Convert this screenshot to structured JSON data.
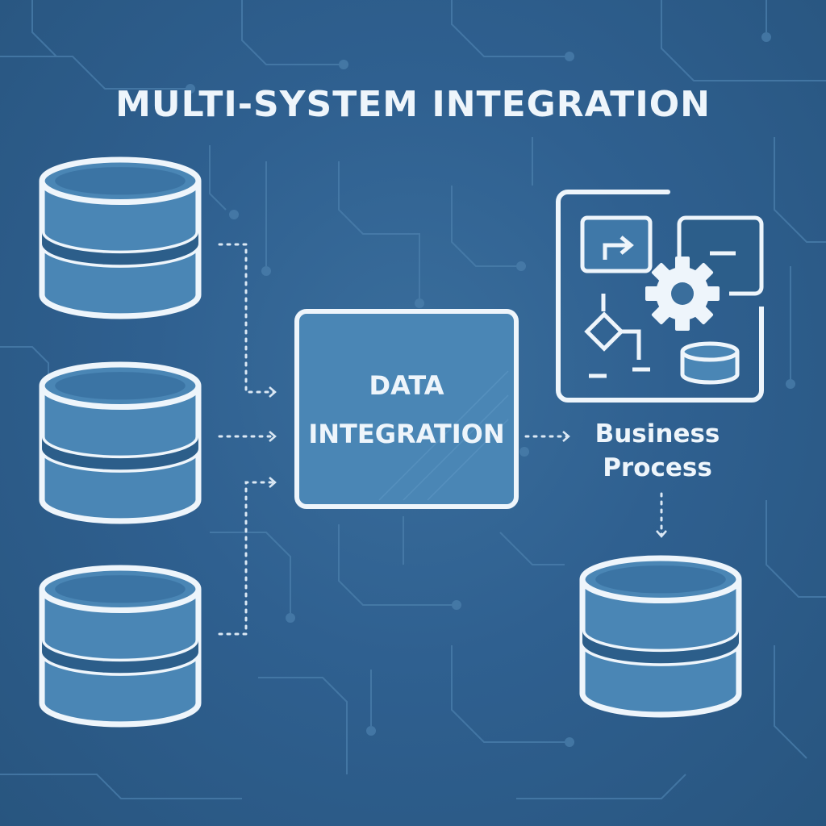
{
  "title": "MULTI-SYSTEM INTEGRATION",
  "hub": {
    "line1": "DATA",
    "line2": "INTEGRATION"
  },
  "business_process": {
    "line1": "Business",
    "line2": "Process"
  },
  "sources": [
    {
      "icon": "database-icon"
    },
    {
      "icon": "database-icon"
    },
    {
      "icon": "database-icon"
    }
  ],
  "target": {
    "icon": "database-icon"
  },
  "process_icons": [
    "arrow-window-icon",
    "gear-icon",
    "flowchart-icon",
    "database-icon"
  ],
  "colors": {
    "background": "#2f6090",
    "outline": "#eef5fb",
    "fill": "#4a86b5",
    "fill_dark": "#2c5e8a",
    "circuit": "#4b7fac"
  }
}
